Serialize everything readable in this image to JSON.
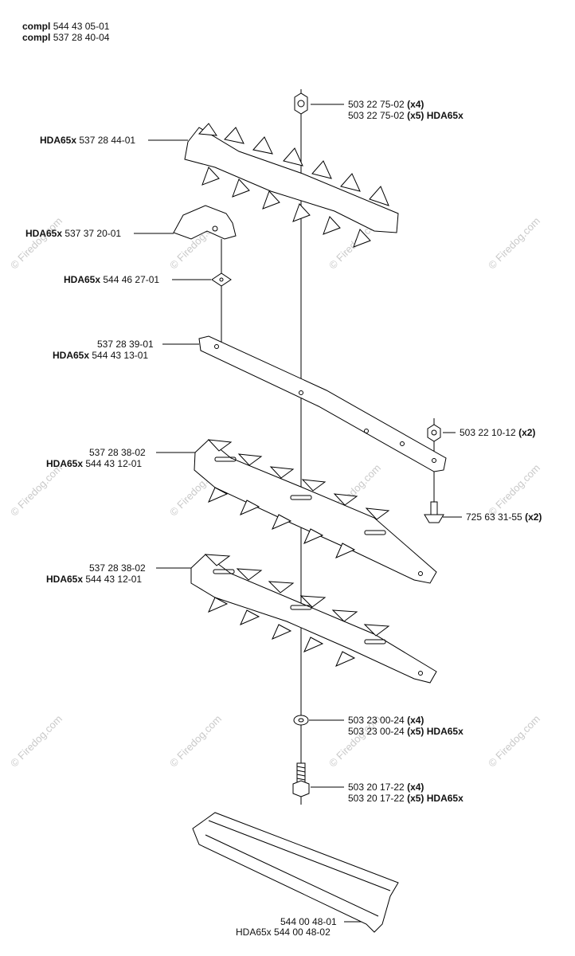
{
  "header": {
    "line1_bold": "compl",
    "line1_num": "544 43 05-01",
    "line2_bold": "compl",
    "line2_num": "537 28 40-04"
  },
  "watermark": "© Firedog.com",
  "labels": {
    "nut_top_a": "503 22 75-02",
    "nut_top_a_qty": "(x4)",
    "nut_top_b": "503 22 75-02",
    "nut_top_b_qty": "(x5) HDA65x",
    "guard_model": "HDA65x",
    "guard_num": "537 28 44-01",
    "clip_model": "HDA65x",
    "clip_num": "537 37 20-01",
    "plate_model": "HDA65x",
    "plate_num": "544 46 27-01",
    "bar_a": "537 28 39-01",
    "bar_b_model": "HDA65x",
    "bar_b_num": "544 43 13-01",
    "nut_side": "503 22 10-12",
    "nut_side_qty": "(x2)",
    "screw_side": "725 63 31-55",
    "screw_side_qty": "(x2)",
    "blade1_a": "537 28 38-02",
    "blade1_b_model": "HDA65x",
    "blade1_b_num": "544 43 12-01",
    "blade2_a": "537 28 38-02",
    "blade2_b_model": "HDA65x",
    "blade2_b_num": "544 43 12-01",
    "washer_a": "503 23 00-24",
    "washer_a_qty": "(x4)",
    "washer_b": "503 23 00-24",
    "washer_b_qty": "(x5) HDA65x",
    "bolt_a": "503 20 17-22",
    "bolt_a_qty": "(x4)",
    "bolt_b": "503 20 17-22",
    "bolt_b_qty": "(x5) HDA65x",
    "cover_a": "544 00 48-01",
    "cover_b": "HDA65x 544 00 48-02"
  }
}
